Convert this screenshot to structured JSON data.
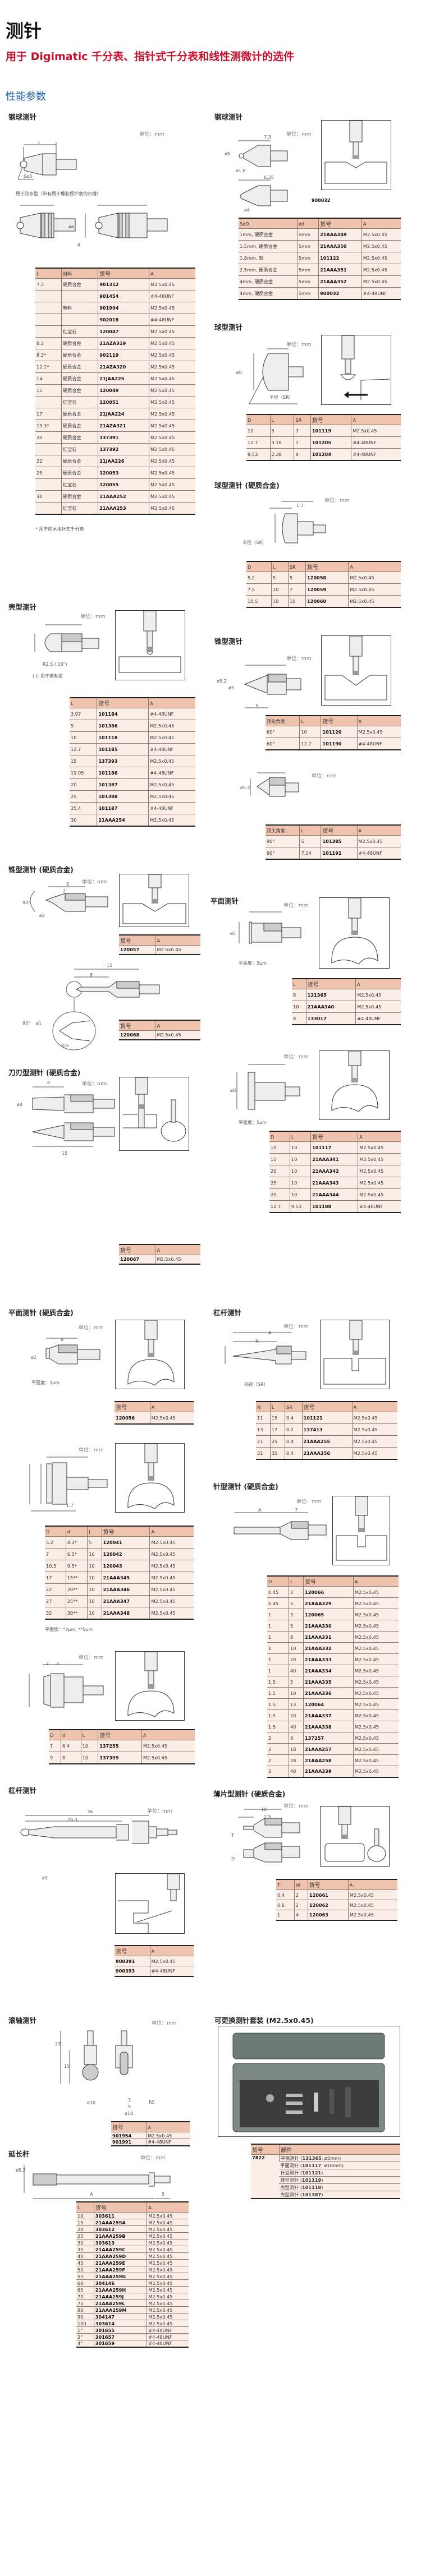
{
  "page": {
    "title": "测针",
    "subtitle": "用于 Digimatic 千分表、指针式千分表和线性测微计的选件",
    "spec_heading": "性能参数"
  },
  "unit_label": "单位：mm",
  "common": {
    "col_part": "货号",
    "col_thread": "A",
    "label_a": "A"
  },
  "steel_ball": {
    "title": "钢球测针",
    "waterproof_label": "用于防水型（带有用于橡胶保护套的凹槽）",
    "dim_ball": "Sø3",
    "dim_l": "L",
    "dim_d6": "ø6",
    "headers": [
      "L",
      "材料",
      "货号",
      "A"
    ],
    "rows": [
      [
        "7.3",
        "硬质合金",
        "901312",
        "M2.5x0.45"
      ],
      [
        "",
        "",
        "901454",
        "#4-48UNF"
      ],
      [
        "",
        "塑料",
        "901994",
        "M2.5x0.45"
      ],
      [
        "",
        "",
        "902018",
        "#4-48UNF"
      ],
      [
        "",
        "红宝石",
        "120047",
        "M2.5x0.45"
      ],
      [
        "8.3",
        "硬质合金",
        "21AZA319",
        "M2.5x0.45"
      ],
      [
        "8.3*",
        "硬质合金",
        "902119",
        "M2.5x0.45"
      ],
      [
        "12.1*",
        "硬质合金",
        "21AZA320",
        "M2.5x0.45"
      ],
      [
        "14",
        "硬质合金",
        "21JAA225",
        "M2.5x0.45"
      ],
      [
        "15",
        "硬质合金",
        "120049",
        "M2.5x0.45"
      ],
      [
        "",
        "红宝石",
        "120051",
        "M2.5x0.45"
      ],
      [
        "17",
        "硬质合金",
        "21JAA224",
        "M2.5x0.45"
      ],
      [
        "19.3*",
        "硬质合金",
        "21AZA321",
        "M2.5x0.45"
      ],
      [
        "20",
        "硬质合金",
        "137391",
        "M2.5x0.45"
      ],
      [
        "",
        "红宝石",
        "137392",
        "M2.5x0.45"
      ],
      [
        "22",
        "硬质合金",
        "21JAA226",
        "M2.5x0.45"
      ],
      [
        "25",
        "硬质合金",
        "120053",
        "M2.5x0.45"
      ],
      [
        "",
        "红宝石",
        "120055",
        "M2.5x0.45"
      ],
      [
        "30",
        "硬质合金",
        "21AAA252",
        "M2.5x0.45"
      ],
      [
        "",
        "红宝石",
        "21AAA253",
        "M2.5x0.45"
      ]
    ],
    "footnote": "* 用于防水指针式千分表"
  },
  "steel_ball2": {
    "title": "钢球测针",
    "dim_73": "7.3",
    "dim_635": "6.35",
    "dim_d5": "ø5",
    "dim_d18": "ø1.8",
    "dim_d4": "ø4",
    "part_label": "900032",
    "headers": [
      "SøD",
      "ød",
      "货号",
      "A"
    ],
    "rows": [
      [
        "1mm, 硬质合金",
        "5mm",
        "21AAA349",
        "M2.5x0.45"
      ],
      [
        "1.5mm, 硬质合金",
        "5mm",
        "21AAA350",
        "M2.5x0.45"
      ],
      [
        "1.8mm, 钢",
        "5mm",
        "101122",
        "M2.5x0.45"
      ],
      [
        "2.5mm, 硬质合金",
        "5mm",
        "21AAA351",
        "M2.5x0.45"
      ],
      [
        "4mm, 硬质合金",
        "5mm",
        "21AAA352",
        "M2.5x0.45"
      ],
      [
        "4mm, 硬质合金",
        "5mm",
        "900032",
        "#4-48UNF"
      ]
    ]
  },
  "ball_type": {
    "title": "球型测针",
    "dim_sr": "半径（SR）",
    "dim_d": "øD",
    "dim_l": "L",
    "headers": [
      "D",
      "L",
      "SR",
      "货号",
      "A"
    ],
    "rows": [
      [
        "10",
        "5",
        "7",
        "101119",
        "M2.5x0.45"
      ],
      [
        "12.7",
        "3.18",
        "7",
        "101205",
        "#4-48UNF"
      ],
      [
        "9.53",
        "2.38",
        "9",
        "101204",
        "#4-48UNF"
      ]
    ]
  },
  "ball_type_carbide": {
    "title": "球型测针 (硬质合金)",
    "dim_17": "1.7",
    "dim_sr": "半径（SR）",
    "headers": [
      "D",
      "L",
      "SR",
      "货号",
      "A"
    ],
    "rows": [
      [
        "5.2",
        "5",
        "5",
        "120058",
        "M2.5x0.45"
      ],
      [
        "7.5",
        "10",
        "7",
        "120059",
        "M2.5x0.45"
      ],
      [
        "10.5",
        "10",
        "10",
        "120060",
        "M2.5x0.45"
      ]
    ]
  },
  "shell_type": {
    "title": "壳型测针",
    "dim_r": "R2.5 (.16\")",
    "dim_note": "( ): 用于英制型",
    "dim_d5": "ø5",
    "headers": [
      "L",
      "货号",
      "A"
    ],
    "rows": [
      [
        "3.97",
        "101184",
        "#4-48UNF"
      ],
      [
        "5",
        "101386",
        "M2.5x0.45"
      ],
      [
        "10",
        "101118",
        "M2.5x0.45"
      ],
      [
        "12.7",
        "101185",
        "#4-48UNF"
      ],
      [
        "15",
        "137393",
        "M2.5x0.45"
      ],
      [
        "19.05",
        "101186",
        "#4-48UNF"
      ],
      [
        "20",
        "101387",
        "M2.5x0.45"
      ],
      [
        "25",
        "101388",
        "M2.5x0.45"
      ],
      [
        "25.4",
        "101187",
        "#4-48UNF"
      ],
      [
        "30",
        "21AAA254",
        "M2.5x0.45"
      ]
    ]
  },
  "cone_type": {
    "title": "锥型测针",
    "dim_d52": "ø5.2",
    "dim_d5": "ø5",
    "dim_5": "5",
    "headers": [
      "顶尖角度",
      "L",
      "货号",
      "A"
    ],
    "rows1": [
      [
        "60°",
        "10",
        "101120",
        "M2.5x0.45"
      ],
      [
        "60°",
        "12.7",
        "101190",
        "#4-48UNF"
      ]
    ],
    "rows2": [
      [
        "90°",
        "5",
        "101385",
        "M2.5x0.45"
      ],
      [
        "90°",
        "7.14",
        "101191",
        "#4-48UNF"
      ]
    ]
  },
  "cone_carbide": {
    "title": "锥型测针 (硬质合金)",
    "dim_9": "9",
    "dim_2": "2",
    "dim_90": "90°",
    "dim_d2": "ø2",
    "dim_15": "15",
    "dim_8": "8",
    "dim_d1": "ø1",
    "dim_05": "0.5",
    "headers": [
      "货号",
      "A"
    ],
    "rows1": [
      [
        "120057",
        "M2.5x0.45"
      ]
    ],
    "rows2": [
      [
        "120068",
        "M2.5x0.45"
      ]
    ]
  },
  "flat_type": {
    "title": "平面测针",
    "flatness1": "平面度：3μm",
    "flatness2": "平面度：5μm",
    "dim_d5": "ø5",
    "dim_dD": "øD",
    "headers1": [
      "L",
      "货号",
      "A"
    ],
    "rows1": [
      [
        "8",
        "131365",
        "M2.5x0.45"
      ],
      [
        "10",
        "21AAA340",
        "M2.5x0.45"
      ],
      [
        "8",
        "133017",
        "#4-48UNF"
      ]
    ],
    "headers2": [
      "D",
      "L",
      "货号",
      "A"
    ],
    "rows2": [
      [
        "10",
        "10",
        "101117",
        "M2.5x0.45"
      ],
      [
        "15",
        "10",
        "21AAA341",
        "M2.5x0.45"
      ],
      [
        "20",
        "10",
        "21AAA342",
        "M2.5x0.45"
      ],
      [
        "25",
        "10",
        "21AAA343",
        "M2.5x0.45"
      ],
      [
        "20",
        "10",
        "21AAA344",
        "M2.5x0.45"
      ],
      [
        "12.7",
        "9.53",
        "101188",
        "#4-48UNF"
      ]
    ]
  },
  "knife_edge": {
    "title": "刀刃型测针 (硬质合金)",
    "dim_8": "8",
    "dim_d4": "ø4",
    "dim_15": "15",
    "headers": [
      "货号",
      "A"
    ],
    "rows": [
      [
        "120067",
        "M2.5x0.45"
      ]
    ]
  },
  "flat_carbide": {
    "title": "平面测针 (硬质合金)",
    "dim_8": "8",
    "dim_d2": "ø2",
    "flatness": "平面度：3μm",
    "dim_17": "1.7",
    "dim_2": "2",
    "dim_3": "3",
    "headers1": [
      "货号",
      "A"
    ],
    "rows1": [
      [
        "120056",
        "M2.5x0.45"
      ]
    ],
    "headers2": [
      "D",
      "d",
      "L",
      "货号",
      "A"
    ],
    "rows2": [
      [
        "5.2",
        "4.3*",
        "5",
        "120041",
        "M2.5x0.45"
      ],
      [
        "7",
        "6.5*",
        "10",
        "120042",
        "M2.5x0.45"
      ],
      [
        "10.5",
        "9.5*",
        "10",
        "120043",
        "M2.5x0.45"
      ],
      [
        "17",
        "15**",
        "10",
        "21AAA345",
        "M2.5x0.45"
      ],
      [
        "22",
        "20**",
        "10",
        "21AAA346",
        "M2.5x0.45"
      ],
      [
        "27",
        "25**",
        "10",
        "21AAA347",
        "M2.5x0.45"
      ],
      [
        "32",
        "30**",
        "10",
        "21AAA348",
        "M2.5x0.45"
      ]
    ],
    "flatness_note": "平面度：*3μm, **5μm",
    "rows3": [
      [
        "7",
        "6.4",
        "10",
        "137255",
        "M2.5x0.45"
      ],
      [
        "9",
        "8",
        "10",
        "137399",
        "M2.5x0.45"
      ]
    ]
  },
  "lever_type": {
    "title": "杠杆测针",
    "dim_n": "N",
    "dim_sr": "内径（SR）",
    "headers": [
      "N",
      "L",
      "SR",
      "货号",
      "A"
    ],
    "rows": [
      [
        "11",
        "15",
        "0.4",
        "101121",
        "M2.5x0.45"
      ],
      [
        "13",
        "17",
        "0.2",
        "137413",
        "M2.5x0.45"
      ],
      [
        "21",
        "25",
        "0.4",
        "21AAA255",
        "M2.5x0.45"
      ],
      [
        "31",
        "35",
        "0.4",
        "21AAA256",
        "M2.5x0.45"
      ]
    ]
  },
  "needle_type": {
    "title": "针型测针 (硬质合金)",
    "dim_7": "7",
    "headers": [
      "D",
      "L",
      "货号",
      "A"
    ],
    "rows": [
      [
        "0.45",
        "3",
        "120066",
        "M2.5x0.45"
      ],
      [
        "0.45",
        "5",
        "21AAA329",
        "M2.5x0.45"
      ],
      [
        "1",
        "3",
        "120065",
        "M2.5x0.45"
      ],
      [
        "1",
        "5",
        "21AAA330",
        "M2.5x0.45"
      ],
      [
        "1",
        "8",
        "21AAA331",
        "M2.5x0.45"
      ],
      [
        "1",
        "10",
        "21AAA332",
        "M2.5x0.45"
      ],
      [
        "1",
        "20",
        "21AAA333",
        "M2.5x0.45"
      ],
      [
        "1",
        "40",
        "21AAA334",
        "M2.5x0.45"
      ],
      [
        "1.5",
        "5",
        "21AAA335",
        "M2.5x0.45"
      ],
      [
        "1.5",
        "10",
        "21AAA336",
        "M2.5x0.45"
      ],
      [
        "1.5",
        "13",
        "120064",
        "M2.5x0.45"
      ],
      [
        "1.5",
        "20",
        "21AAA337",
        "M2.5x0.45"
      ],
      [
        "1.5",
        "40",
        "21AAA338",
        "M2.5x0.45"
      ],
      [
        "2",
        "8",
        "137257",
        "M2.5x0.45"
      ],
      [
        "2",
        "18",
        "21AAA257",
        "M2.5x0.45"
      ],
      [
        "2",
        "28",
        "21AAA258",
        "M2.5x0.45"
      ],
      [
        "2",
        "40",
        "21AAA339",
        "M2.5x0.45"
      ]
    ]
  },
  "blade_type": {
    "title": "薄片型测针 (硬质合金)",
    "dim_10": "10",
    "dim_25": "2.5",
    "dim_t": "T",
    "dim_d": "D",
    "headers": [
      "T",
      "W",
      "货号",
      "A"
    ],
    "rows": [
      [
        "0.4",
        "2",
        "120061",
        "M2.5x0.45"
      ],
      [
        "0.6",
        "2",
        "120062",
        "M2.5x0.45"
      ],
      [
        "1",
        "4",
        "120063",
        "M2.5x0.45"
      ]
    ]
  },
  "lever2": {
    "title": "杠杆测针",
    "dim_36": "36",
    "dim_263": "26.3",
    "dim_d3": "ø3",
    "headers": [
      "货号",
      "A"
    ],
    "rows": [
      [
        "900391",
        "M2.5x0.45"
      ],
      [
        "900393",
        "#4-48UNF"
      ]
    ]
  },
  "roller": {
    "title": "滚轴测针",
    "dim_23": "23",
    "dim_15": "15",
    "dim_d10": "ø10",
    "dim_3": "3",
    "dim_9": "9",
    "dim_r5": "R5",
    "headers": [
      "货号",
      "A"
    ],
    "rows": [
      [
        "901954",
        "M2.5x0.45"
      ],
      [
        "901991",
        "#4-48UNF"
      ]
    ]
  },
  "kit": {
    "title": "可更换测针套装 (M2.5x0.45)",
    "headers": [
      "货号",
      "部件"
    ],
    "part": "7822",
    "items": [
      {
        "name": "平面测针",
        "code": "131365",
        "extra": ", ø5mm"
      },
      {
        "name": "平面测针",
        "code": "101117",
        "extra": ", ø10mm"
      },
      {
        "name": "针型测针",
        "code": "101121",
        "extra": ""
      },
      {
        "name": "球型测针",
        "code": "101119",
        "extra": ""
      },
      {
        "name": "壳型测针",
        "code": "101118",
        "extra": ""
      },
      {
        "name": "壳型测针",
        "code": "101387",
        "extra": ""
      }
    ]
  },
  "extension": {
    "title": "延长杆",
    "dim_d52": "ø5.2",
    "dim_5": "5",
    "headers": [
      "L",
      "货号",
      "A"
    ],
    "rows": [
      [
        "10",
        "303611",
        "M2.5x0.45"
      ],
      [
        "15",
        "21AAA259A",
        "M2.5x0.45"
      ],
      [
        "20",
        "303612",
        "M2.5x0.45"
      ],
      [
        "25",
        "21AAA259B",
        "M2.5x0.45"
      ],
      [
        "30",
        "303613",
        "M2.5x0.45"
      ],
      [
        "35",
        "21AAA259C",
        "M2.5x0.45"
      ],
      [
        "40",
        "21AAA259D",
        "M2.5x0.45"
      ],
      [
        "45",
        "21AAA259E",
        "M2.5x0.45"
      ],
      [
        "50",
        "21AAA259F",
        "M2.5x0.45"
      ],
      [
        "55",
        "21AAA259G",
        "M2.5x0.45"
      ],
      [
        "60",
        "304146",
        "M2.5x0.45"
      ],
      [
        "65",
        "21AAA259H",
        "M2.5x0.45"
      ],
      [
        "70",
        "21AAA259J",
        "M2.5x0.45"
      ],
      [
        "75",
        "21AAA259L",
        "M2.5x0.45"
      ],
      [
        "80",
        "21AAA259M",
        "M2.5x0.45"
      ],
      [
        "90",
        "304147",
        "M2.5x0.45"
      ],
      [
        "100",
        "303614",
        "M2.5x0.45"
      ],
      [
        "1\"",
        "301655",
        "#4-48UNF"
      ],
      [
        "2\"",
        "301657",
        "#4-48UNF"
      ],
      [
        "4\"",
        "301659",
        "#4-48UNF"
      ]
    ]
  }
}
